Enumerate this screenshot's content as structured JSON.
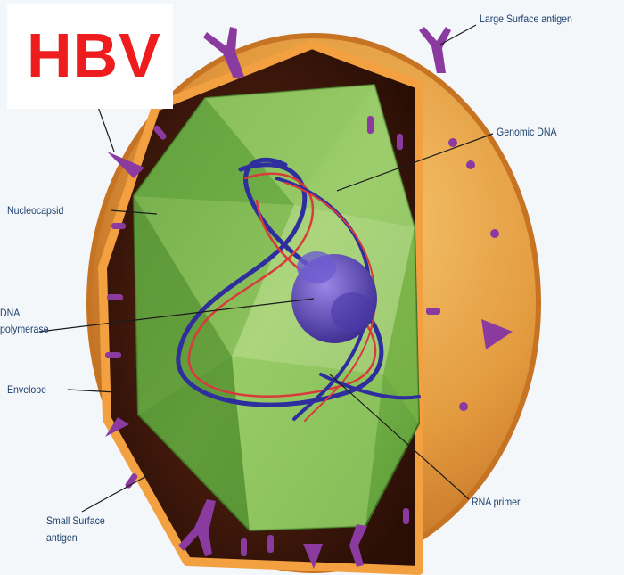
{
  "title": "HBV",
  "labels": {
    "large_surface_antigen": "Large Surface antigen",
    "genomic_dna": "Genomic DNA",
    "nucleocapsid": "Nucleocapsid",
    "dna_polymerase_line1": "DNA",
    "dna_polymerase_line2": "polymerase",
    "envelope": "Envelope",
    "small_surface_antigen_line1": "Small Surface",
    "small_surface_antigen_line2": "antigen",
    "rna_primer": "RNA  primer"
  },
  "colors": {
    "title": "#ee1c1c",
    "label_text": "#1d3f6e",
    "envelope": "#e88a1e",
    "capsid": "#7fb84a",
    "protein": "#8b3aa0",
    "dna": "#3a3aa8",
    "polymerase": "#5a3fa8"
  }
}
